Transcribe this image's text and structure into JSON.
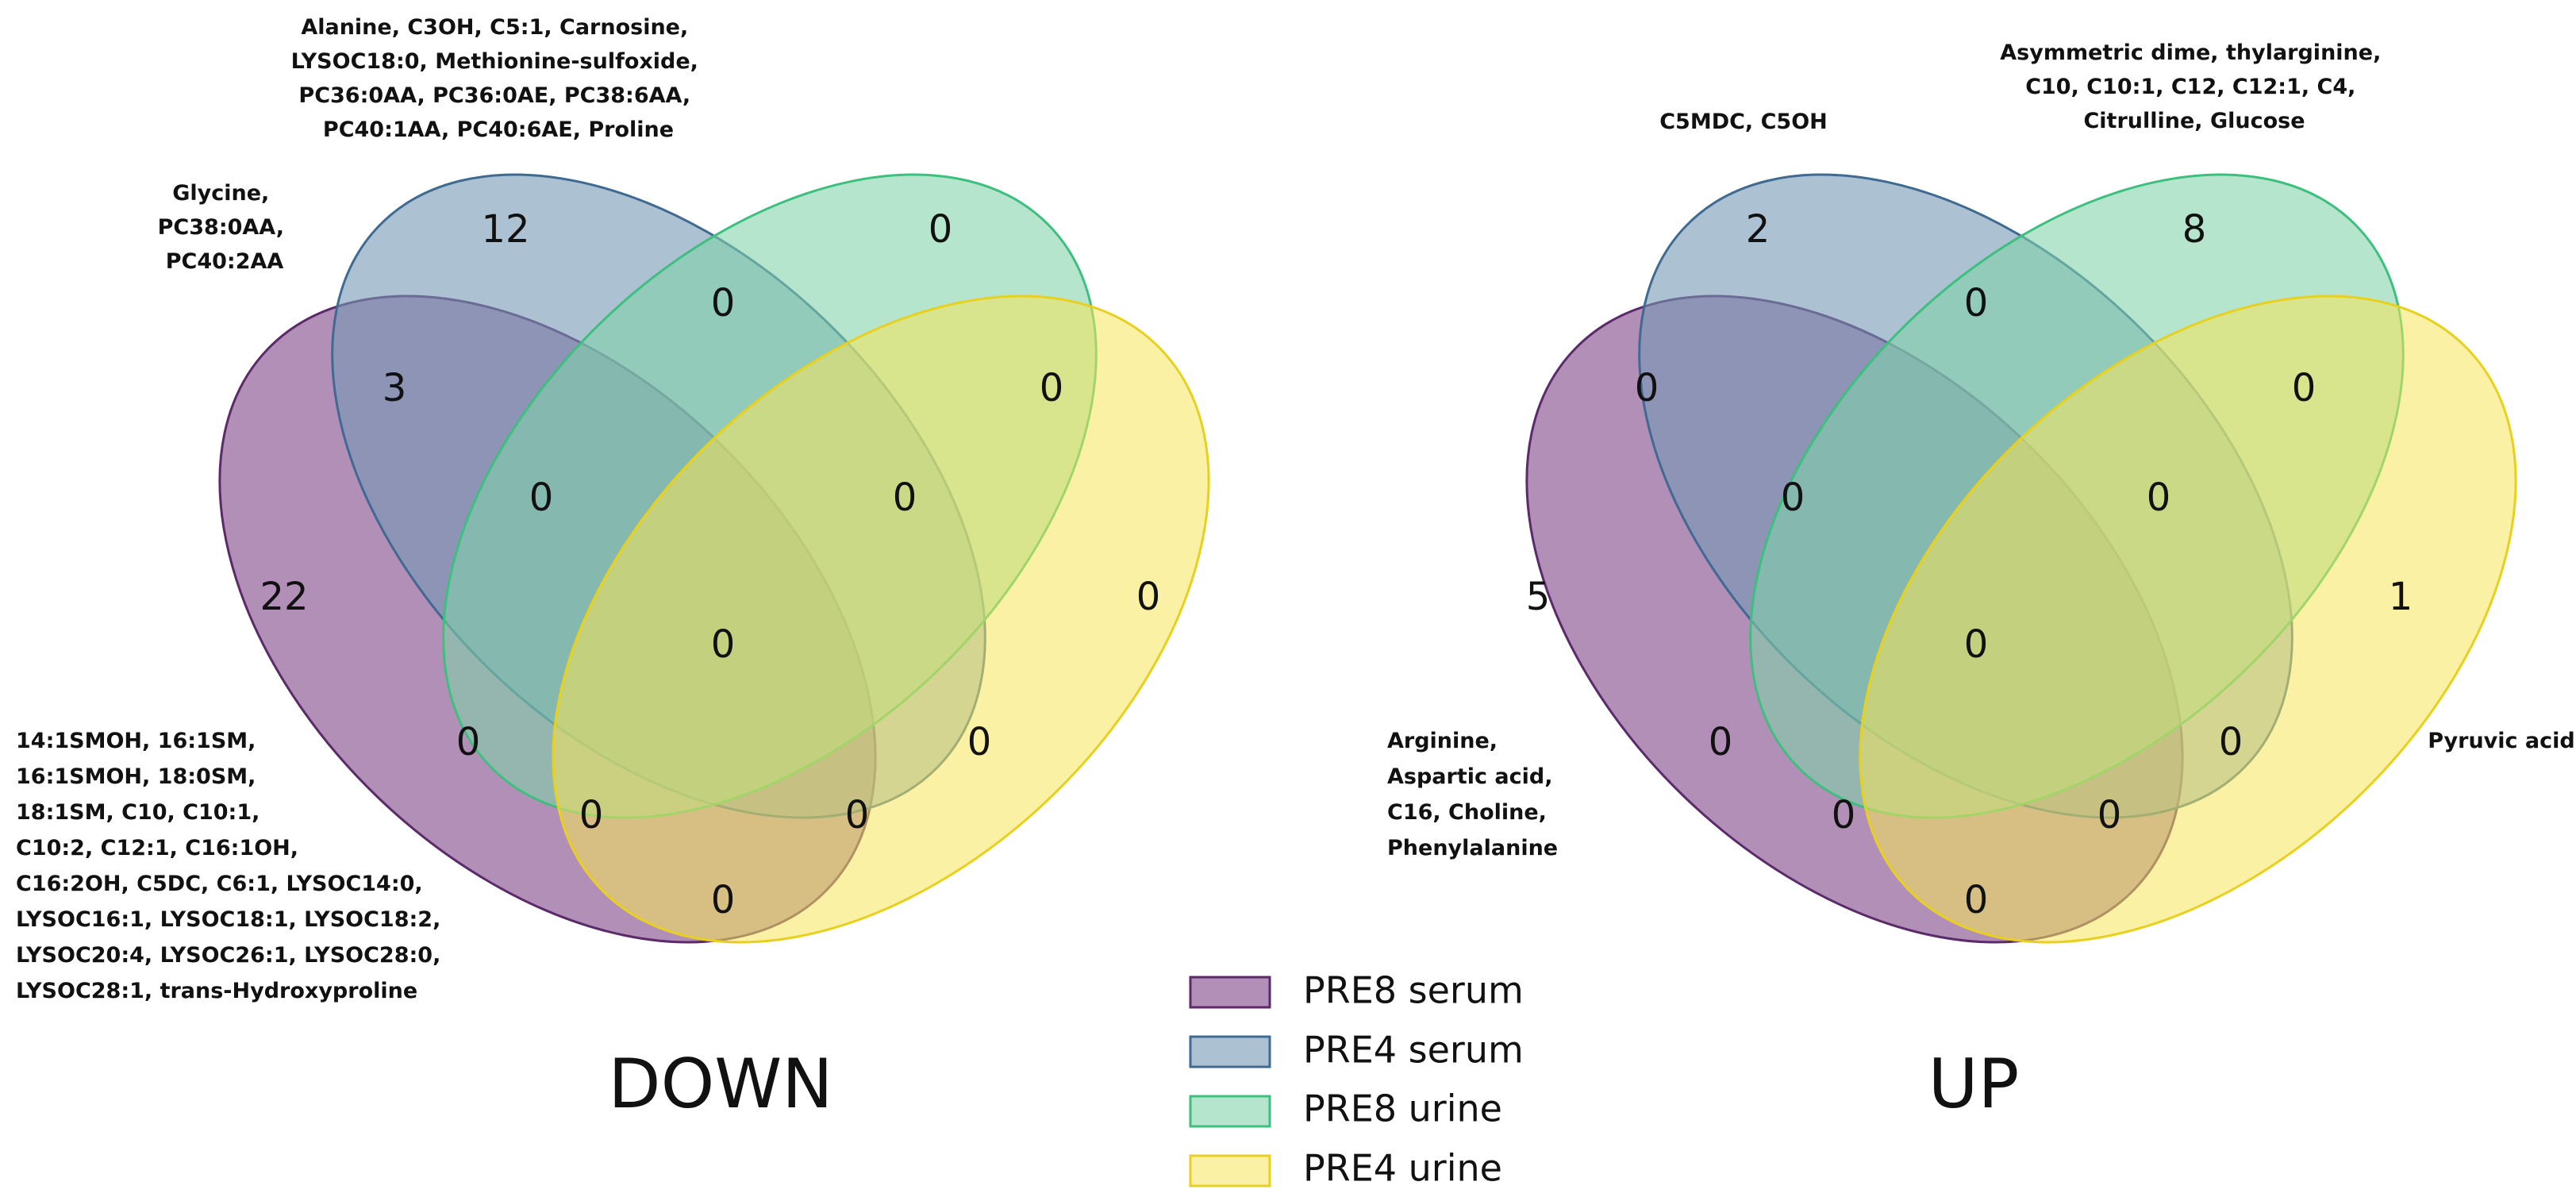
{
  "sets": [
    {
      "key": "pre8_serum",
      "label": "PRE8 serum",
      "fill": "#8e5a93",
      "stroke": "#5c2a6a"
    },
    {
      "key": "pre4_serum",
      "label": "PRE4 serum",
      "fill": "#7597b4",
      "stroke": "#3f6a92"
    },
    {
      "key": "pre8_urine",
      "label": "PRE8 urine",
      "fill": "#7fd3a8",
      "stroke": "#3dbf7e"
    },
    {
      "key": "pre4_urine",
      "label": "PRE4 urine",
      "fill": "#f6e65a",
      "stroke": "#e8d01e"
    }
  ],
  "diagrams": [
    {
      "title": "DOWN",
      "regions": {
        "pre8_serum_only": "22",
        "pre4_serum_only": "12",
        "pre8_urine_only": "0",
        "pre4_urine_only": "0",
        "pre8s_pre4s": "3",
        "pre4s_pre8u": "0",
        "pre8u_pre4u": "0",
        "pre8s_pre4u": "0",
        "pre8s_pre4s_pre8u": "0",
        "pre4s_pre8u_pre4u": "0",
        "all_four": "0",
        "pre8s_pre8u": "0",
        "pre4s_pre4u": "0",
        "pre8s_pre8u_pre4u": "0",
        "pre8s_pre4s_pre4u": "0"
      },
      "annotations": {
        "pre4_serum_only": [
          "Alanine, C3OH, C5:1, Carnosine,",
          "LYSOC18:0, Methionine-sulfoxide,",
          "PC36:0AA, PC36:0AE, PC38:6AA,",
          "PC40:1AA, PC40:6AE, Proline"
        ],
        "pre8s_pre4s": [
          "Glycine,",
          "PC38:0AA,",
          "PC40:2AA"
        ],
        "pre8_serum_only": [
          "14:1SMOH, 16:1SM,",
          "16:1SMOH, 18:0SM,",
          "18:1SM, C10, C10:1,",
          "C10:2, C12:1, C16:1OH,",
          "C16:2OH, C5DC, C6:1, LYSOC14:0,",
          "LYSOC16:1, LYSOC18:1, LYSOC18:2,",
          "LYSOC20:4, LYSOC26:1, LYSOC28:0,",
          "LYSOC28:1, trans-Hydroxyproline"
        ]
      }
    },
    {
      "title": "UP",
      "regions": {
        "pre8_serum_only": "5",
        "pre4_serum_only": "2",
        "pre8_urine_only": "8",
        "pre4_urine_only": "1",
        "pre8s_pre4s": "0",
        "pre4s_pre8u": "0",
        "pre8u_pre4u": "0",
        "pre8s_pre4u": "0",
        "pre8s_pre4s_pre8u": "0",
        "pre4s_pre8u_pre4u": "0",
        "all_four": "0",
        "pre8s_pre8u": "0",
        "pre4s_pre4u": "0",
        "pre8s_pre8u_pre4u": "0",
        "pre8s_pre4s_pre4u": "0"
      },
      "annotations": {
        "pre4_serum_only": [
          "C5MDC, C5OH"
        ],
        "pre8_urine_only": [
          "Asymmetric dime, thylarginine,",
          "C10, C10:1, C12, C12:1, C4,",
          "Citrulline, Glucose"
        ],
        "pre8_serum_only": [
          "Arginine,",
          "Aspartic acid,",
          "C16, Choline,",
          "Phenylalanine"
        ],
        "pre4_urine_only": [
          "Pyruvic acid"
        ]
      }
    }
  ]
}
